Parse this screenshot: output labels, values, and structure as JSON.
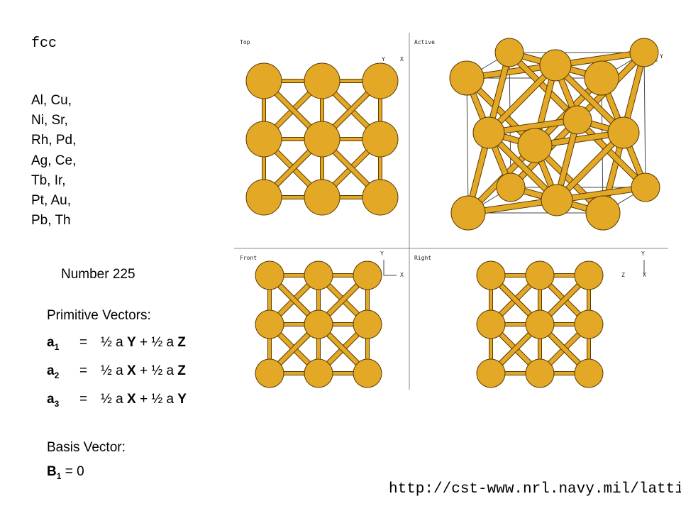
{
  "title": "fcc",
  "elements": [
    "Al, Cu,",
    "Ni, Sr,",
    "Rh, Pd,",
    "Ag, Ce,",
    "Tb, Ir,",
    "Pt, Au,",
    "Pb, Th"
  ],
  "number_label": "Number 225",
  "primitive": {
    "title": "Primitive Vectors:",
    "vectors": [
      {
        "sym": "a",
        "sub": "1",
        "eq": "=",
        "rhs_parts": [
          "½ a ",
          "Y",
          " + ½ a ",
          "Z"
        ]
      },
      {
        "sym": "a",
        "sub": "2",
        "eq": "=",
        "rhs_parts": [
          "½ a ",
          "X",
          " + ½ a ",
          "Z"
        ]
      },
      {
        "sym": "a",
        "sub": "3",
        "eq": "=",
        "rhs_parts": [
          "½ a ",
          "X",
          " + ½ a ",
          "Y"
        ]
      }
    ]
  },
  "basis": {
    "title": "Basis Vector:",
    "sym": "B",
    "sub": "1",
    "rhs": " = 0"
  },
  "url": "http://cst-www.nrl.navy.mil/lattice/",
  "views": {
    "top": {
      "label": "Top",
      "axis1": "Y",
      "axis2": "X"
    },
    "active": {
      "label": "Active",
      "axisZ": "Z",
      "axisY": "Y",
      "axisX": "X"
    },
    "front": {
      "label": "Front",
      "axis1": "Y",
      "axis2": "X"
    },
    "right": {
      "label": "Right",
      "axis1": "Y",
      "axis2": "Z",
      "axis3": "X"
    }
  },
  "colors": {
    "atom": "#E3A826",
    "atom_stroke": "#5a3a00",
    "bond": "#E3A826",
    "frame": "#444444"
  }
}
